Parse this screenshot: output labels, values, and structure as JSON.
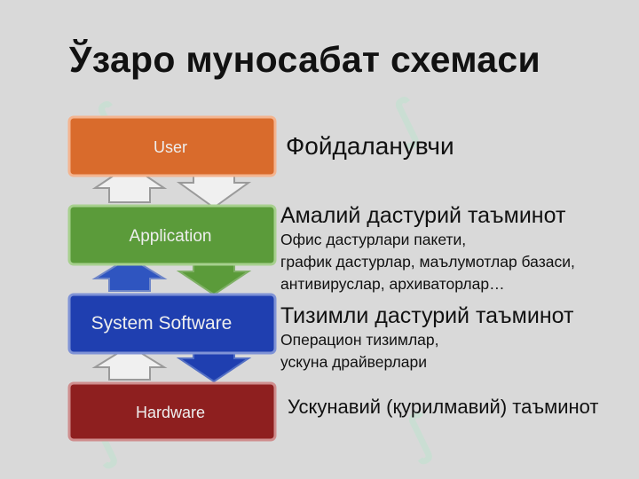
{
  "title": "Ўзаро муносабат схемаси",
  "layers": [
    {
      "label": "User",
      "description": "Фойдаланувчи",
      "details": []
    },
    {
      "label": "Application",
      "description": "Амалий дастурий таъминот",
      "details": [
        "Офис дастурлари пакети,",
        "график дастурлар, маълумотлар базаси,",
        "антивируслар, архиваторлар…"
      ]
    },
    {
      "label": "System Software",
      "description": "Тизимли дастурий таъминот",
      "details": [
        "Операцион тизимлар,",
        "ускуна драйверлари"
      ]
    },
    {
      "label": "Hardware",
      "description": "Ускунавий (қурилмавий) таъминот",
      "details": []
    }
  ],
  "colors": {
    "user": "#d96b2c",
    "application": "#5b9b3a",
    "system_software": "#1f3fb0",
    "hardware": "#8e1f1f",
    "background": "#d9d9d9"
  }
}
